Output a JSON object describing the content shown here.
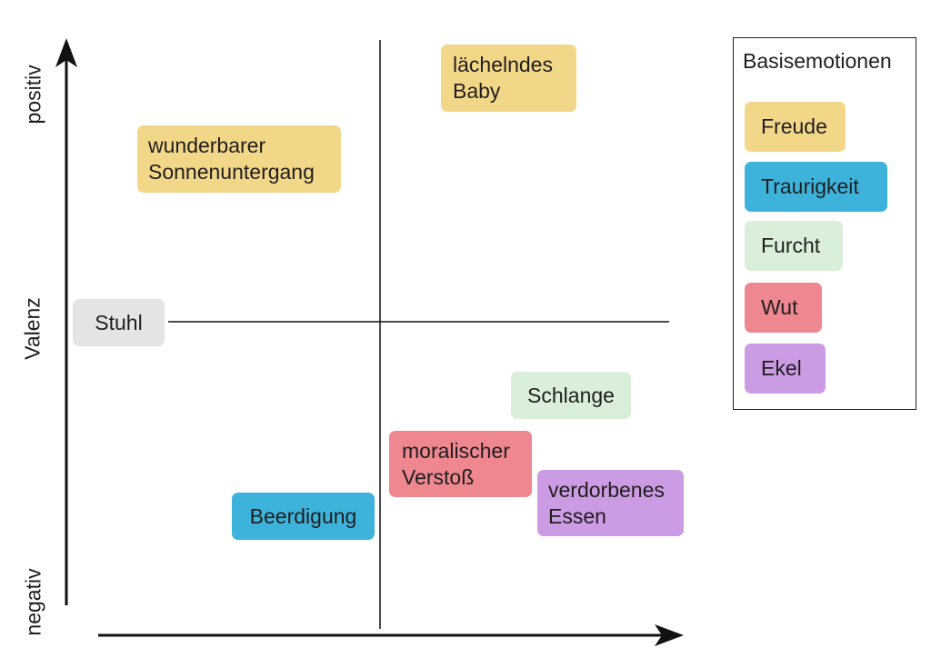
{
  "axis": {
    "y_label": "Valenz",
    "y_top": "positiv",
    "y_bottom": "negativ"
  },
  "colors": {
    "Freude": "#f3d789",
    "Traurigkeit": "#3db3dc",
    "Furcht": "#d9efd9",
    "Wut": "#ef8791",
    "Ekel": "#cb9be3",
    "neutral": "#e4e4e4"
  },
  "items": {
    "baby": {
      "line1": "lächelndes",
      "line2": "Baby",
      "emotion": "Freude"
    },
    "sunset": {
      "line1": "wunderbarer",
      "line2": "Sonnenuntergang",
      "emotion": "Freude"
    },
    "chair": {
      "label": "Stuhl",
      "emotion": "neutral"
    },
    "snake": {
      "label": "Schlange",
      "emotion": "Furcht"
    },
    "moral": {
      "line1": "moralischer",
      "line2": "Verstoß",
      "emotion": "Wut"
    },
    "food": {
      "line1": "verdorbenes",
      "line2": "Essen",
      "emotion": "Ekel"
    },
    "funeral": {
      "label": "Beerdigung",
      "emotion": "Traurigkeit"
    }
  },
  "legend": {
    "title": "Basisemotionen",
    "entries": [
      {
        "label": "Freude",
        "color": "#f3d789"
      },
      {
        "label": "Traurigkeit",
        "color": "#3db3dc"
      },
      {
        "label": "Furcht",
        "color": "#d9efd9"
      },
      {
        "label": "Wut",
        "color": "#ef8791"
      },
      {
        "label": "Ekel",
        "color": "#cb9be3"
      }
    ]
  }
}
